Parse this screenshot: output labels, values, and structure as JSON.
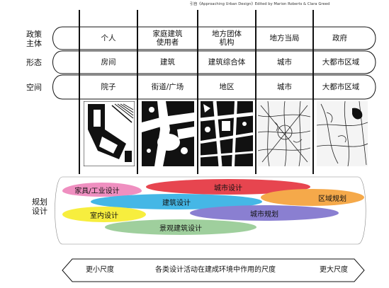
{
  "citation": "引自《Approaching Urban Design》Edited by Marion Roberts & Clara Greed",
  "rows": [
    {
      "label": "政策\n主体",
      "cells": [
        "个人",
        "家庭建筑\n使用者",
        "地方团体\n机构",
        "地方当局",
        "政府"
      ]
    },
    {
      "label": "形态",
      "cells": [
        "房间",
        "建筑",
        "建筑综合体",
        "城市",
        "大都市区域"
      ]
    },
    {
      "label": "空间",
      "cells": [
        "院子",
        "街道/广场",
        "地区",
        "城市",
        "大都市区域"
      ]
    }
  ],
  "planning_label": "规划\n设计",
  "disciplines": [
    {
      "name": "城市设计",
      "color": "#e7454f"
    },
    {
      "name": "家具/工业设计",
      "color": "#ef8fc0"
    },
    {
      "name": "建筑设计",
      "color": "#45b7e6"
    },
    {
      "name": "区域规划",
      "color": "#f5a94a"
    },
    {
      "name": "室内设计",
      "color": "#f7ee3e"
    },
    {
      "name": "城市规划",
      "color": "#8a7fd1"
    },
    {
      "name": "景观建筑设计",
      "color": "#9fcf9d"
    }
  ],
  "scale_bar": {
    "left": "更小尺度",
    "center": "各类设计活动在建成环境中作用的尺度",
    "right": "更大尺度"
  }
}
